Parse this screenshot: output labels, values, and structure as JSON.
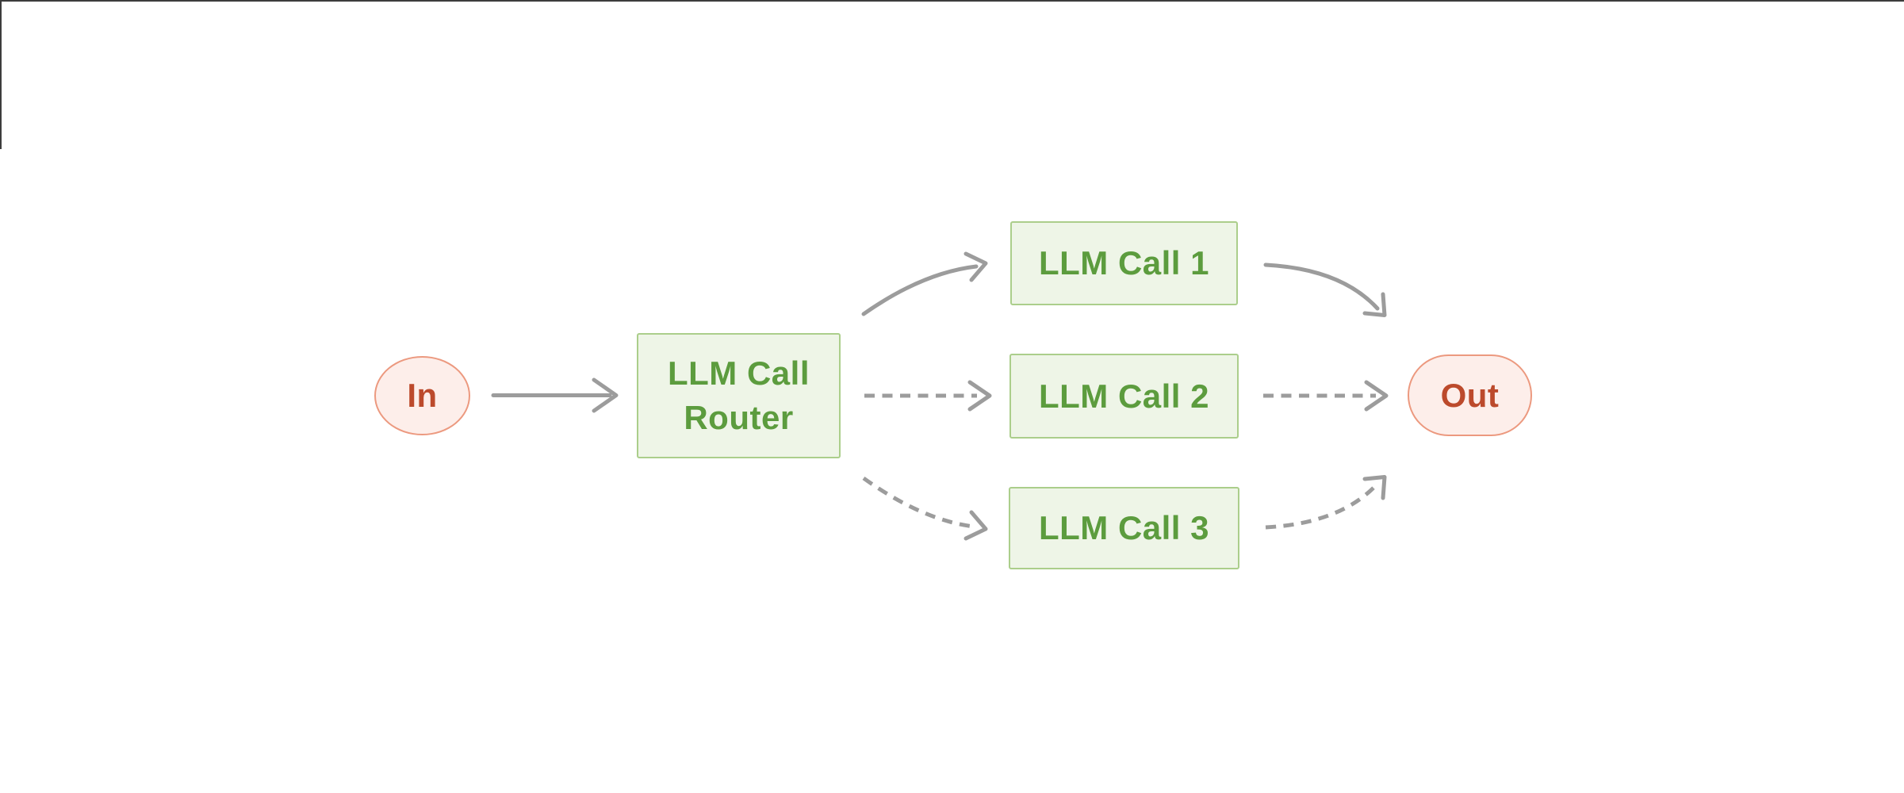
{
  "diagram": {
    "type": "flowchart",
    "direction": "left-to-right",
    "nodes": [
      {
        "id": "in",
        "label": "In",
        "shape": "ellipse",
        "role": "input"
      },
      {
        "id": "router",
        "label": "LLM Call Router",
        "label_lines": [
          "LLM Call",
          "Router"
        ],
        "shape": "rectangle",
        "role": "router"
      },
      {
        "id": "call1",
        "label": "LLM Call 1",
        "shape": "rectangle",
        "role": "llm-call"
      },
      {
        "id": "call2",
        "label": "LLM Call 2",
        "shape": "rectangle",
        "role": "llm-call"
      },
      {
        "id": "call3",
        "label": "LLM Call 3",
        "shape": "rectangle",
        "role": "llm-call"
      },
      {
        "id": "out",
        "label": "Out",
        "shape": "pill",
        "role": "output"
      }
    ],
    "edges": [
      {
        "from": "in",
        "to": "router",
        "style": "solid"
      },
      {
        "from": "router",
        "to": "call1",
        "style": "solid"
      },
      {
        "from": "router",
        "to": "call2",
        "style": "dashed"
      },
      {
        "from": "router",
        "to": "call3",
        "style": "dashed"
      },
      {
        "from": "call1",
        "to": "out",
        "style": "solid"
      },
      {
        "from": "call2",
        "to": "out",
        "style": "dashed"
      },
      {
        "from": "call3",
        "to": "out",
        "style": "dashed"
      }
    ],
    "colors": {
      "terminal_fill": "#fdeeea",
      "terminal_border": "#ec997f",
      "terminal_text": "#bc4a2c",
      "process_fill": "#eef5e7",
      "process_border": "#abce8b",
      "process_text": "#5c9c3e",
      "arrow": "#9c9c9c",
      "frame_border": "#3c3c3c",
      "background": "#ffffff"
    }
  }
}
